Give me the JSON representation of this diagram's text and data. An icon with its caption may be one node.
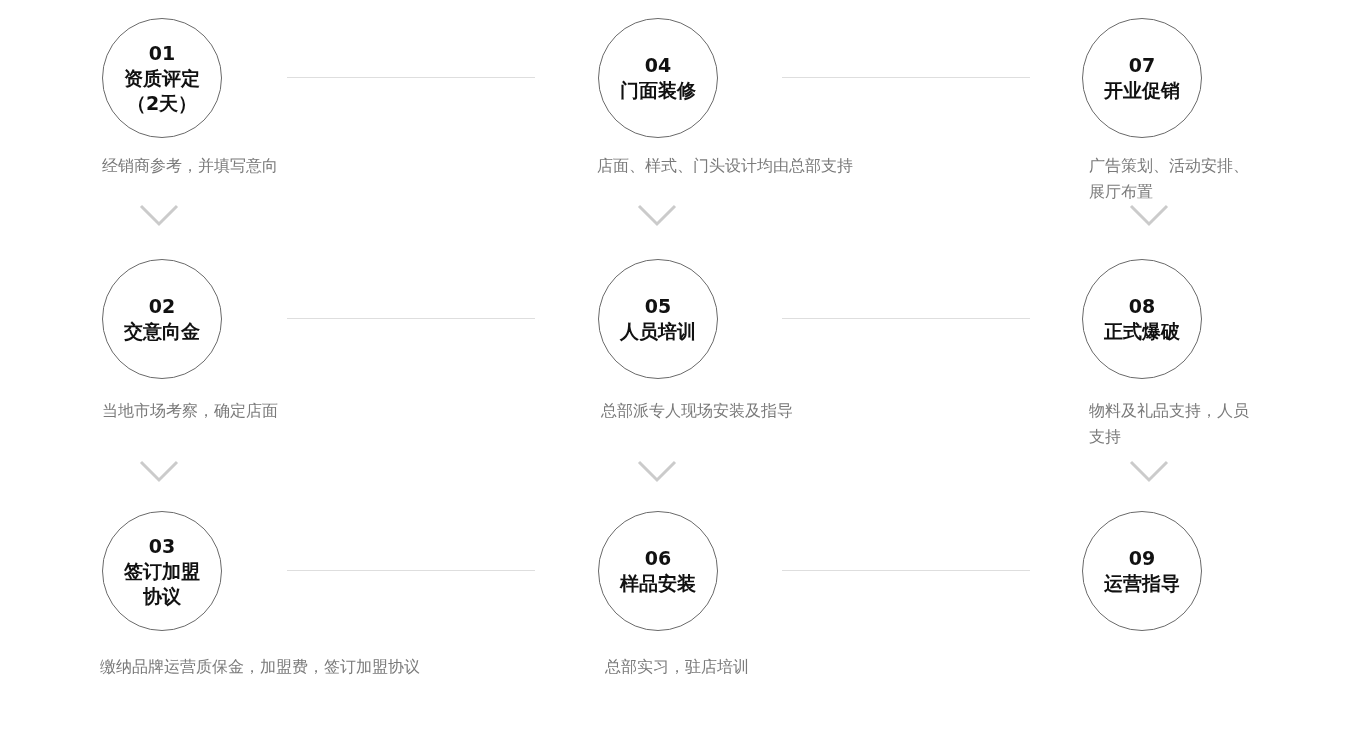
{
  "diagram": {
    "nodes": [
      {
        "text": [
          "01",
          "资质评定（2天）"
        ],
        "beside": [
          "经销商参考，并填写意向"
        ]
      },
      {
        "text": [
          "02",
          "交意向金"
        ],
        "beside": [
          "当地市场考察，确定店面"
        ]
      },
      {
        "text": [
          "03",
          "签订加盟协议"
        ],
        "beside": [
          "缴纳品牌运营质保金，加盟费，签订加盟协议"
        ]
      },
      {
        "text": [
          "04",
          "门面装修"
        ],
        "beside": [
          "店面、样式、门头设计均由总部支持"
        ]
      },
      {
        "text": [
          "05",
          "人员培训"
        ],
        "beside": [
          "总部派专人现场安装及指导"
        ]
      },
      {
        "text": [
          "06",
          "样品安装"
        ],
        "beside": [
          "总部实习，驻店培训"
        ]
      },
      {
        "text": [
          "07",
          "开业促销"
        ],
        "beside": [
          "广告策划、活动安排、展厅布置"
        ]
      },
      {
        "text": [
          "08",
          "正式爆破"
        ],
        "beside": [
          "物料及礼品支持，人员支持"
        ]
      },
      {
        "text": [
          "09",
          "运营指导"
        ]
      }
    ],
    "edges": [
      {
        "from": 0,
        "to": 1,
        "arrow": "to"
      },
      {
        "from": 1,
        "to": 2,
        "arrow": "to"
      },
      {
        "from": 3,
        "to": 4,
        "arrow": "to"
      },
      {
        "from": 4,
        "to": 5,
        "arrow": "to"
      },
      {
        "from": 6,
        "to": 7,
        "arrow": "to"
      },
      {
        "from": 7,
        "to": 8,
        "arrow": "to"
      }
    ]
  }
}
